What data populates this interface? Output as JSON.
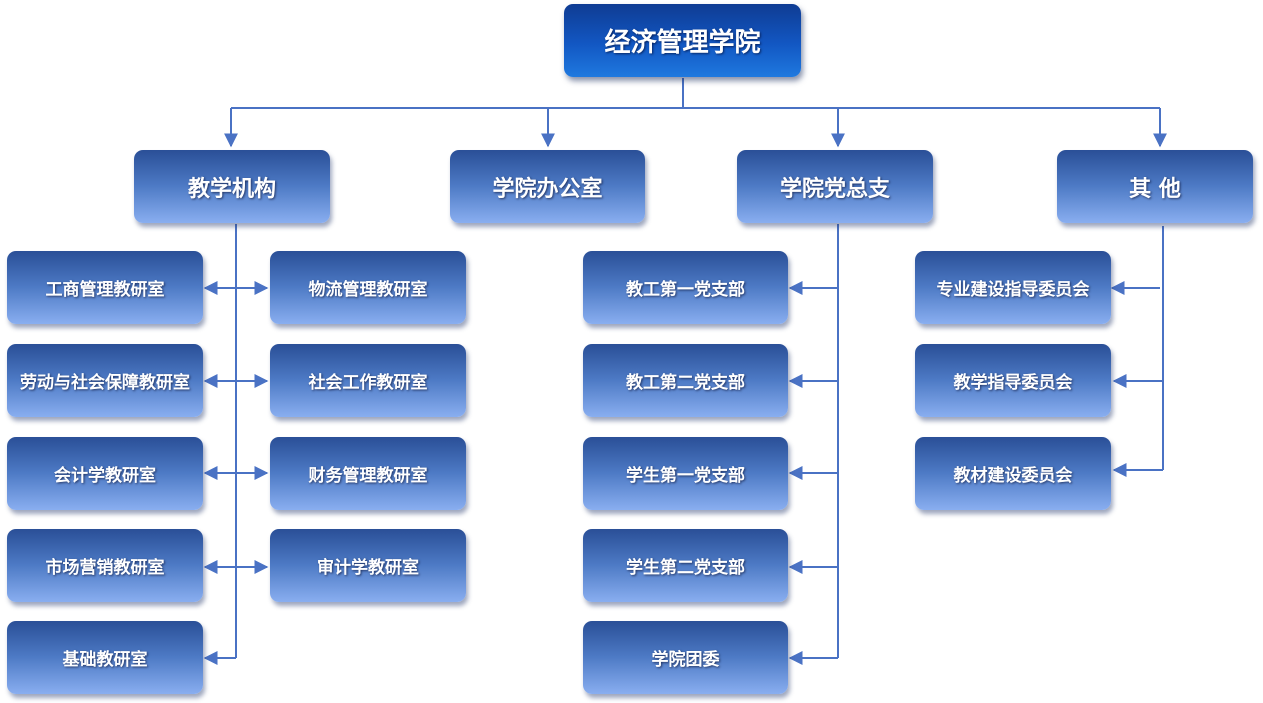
{
  "root": {
    "label": "经济管理学院"
  },
  "branches": [
    {
      "label": "教学机构"
    },
    {
      "label": "学院办公室"
    },
    {
      "label": "学院党总支"
    },
    {
      "label": "其 他"
    }
  ],
  "teaching": {
    "left": [
      {
        "label": "工商管理教研室"
      },
      {
        "label": "劳动与社会保障教研室"
      },
      {
        "label": "会计学教研室"
      },
      {
        "label": "市场营销教研室"
      },
      {
        "label": "基础教研室"
      }
    ],
    "right": [
      {
        "label": "物流管理教研室"
      },
      {
        "label": "社会工作教研室"
      },
      {
        "label": "财务管理教研室"
      },
      {
        "label": "审计学教研室"
      }
    ]
  },
  "party": [
    {
      "label": "教工第一党支部"
    },
    {
      "label": "教工第二党支部"
    },
    {
      "label": "学生第一党支部"
    },
    {
      "label": "学生第二党支部"
    },
    {
      "label": "学院团委"
    }
  ],
  "other": [
    {
      "label": "专业建设指导委员会"
    },
    {
      "label": "教学指导委员会"
    },
    {
      "label": "教材建设委员会"
    }
  ],
  "colors": {
    "connector": "#4a72c4",
    "box_top": "#2a4f97",
    "box_bottom": "#89aef0"
  }
}
